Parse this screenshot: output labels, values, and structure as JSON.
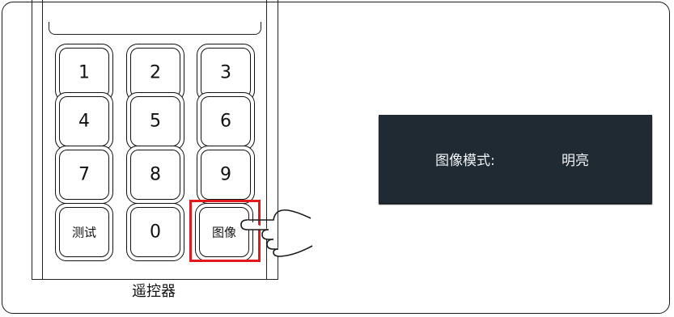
{
  "remote": {
    "caption": "遥控器",
    "keys": {
      "k1": "1",
      "k2": "2",
      "k3": "3",
      "k4": "4",
      "k5": "5",
      "k6": "6",
      "k7": "7",
      "k8": "8",
      "k9": "9",
      "test": "测试",
      "k0": "0",
      "image": "图像"
    },
    "highlighted_key": "image",
    "highlight_color": "#e0191f"
  },
  "screen": {
    "label": "图像模式:",
    "value": "明亮",
    "background": "#202a33",
    "text_color": "#f2f4f6"
  },
  "icons": {
    "pointer": "pointing-hand-icon"
  }
}
